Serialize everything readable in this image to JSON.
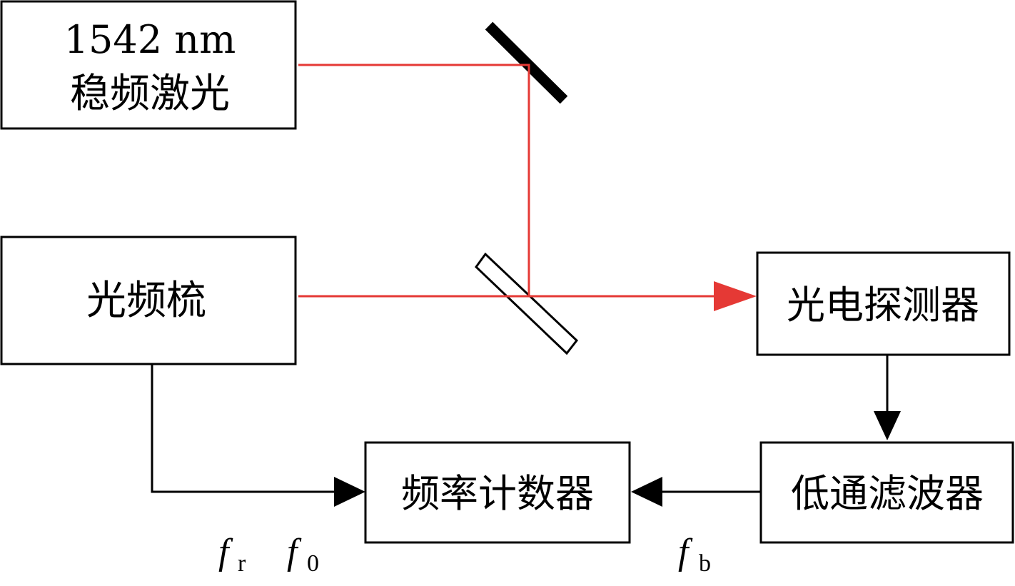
{
  "boxes": {
    "laser": {
      "line1": "1542 nm",
      "line2": "稳频激光"
    },
    "comb": {
      "label": "光频梳"
    },
    "detector": {
      "label": "光电探测器"
    },
    "filter": {
      "label": "低通滤波器"
    },
    "counter": {
      "label": "频率计数器"
    }
  },
  "signals": {
    "fr": {
      "symbol": "f",
      "sub": "r"
    },
    "f0": {
      "symbol": "f",
      "sub": "0"
    },
    "fb": {
      "symbol": "f",
      "sub": "b"
    }
  },
  "colors": {
    "beam": "#e53935",
    "line": "#000000",
    "background": "#ffffff"
  }
}
